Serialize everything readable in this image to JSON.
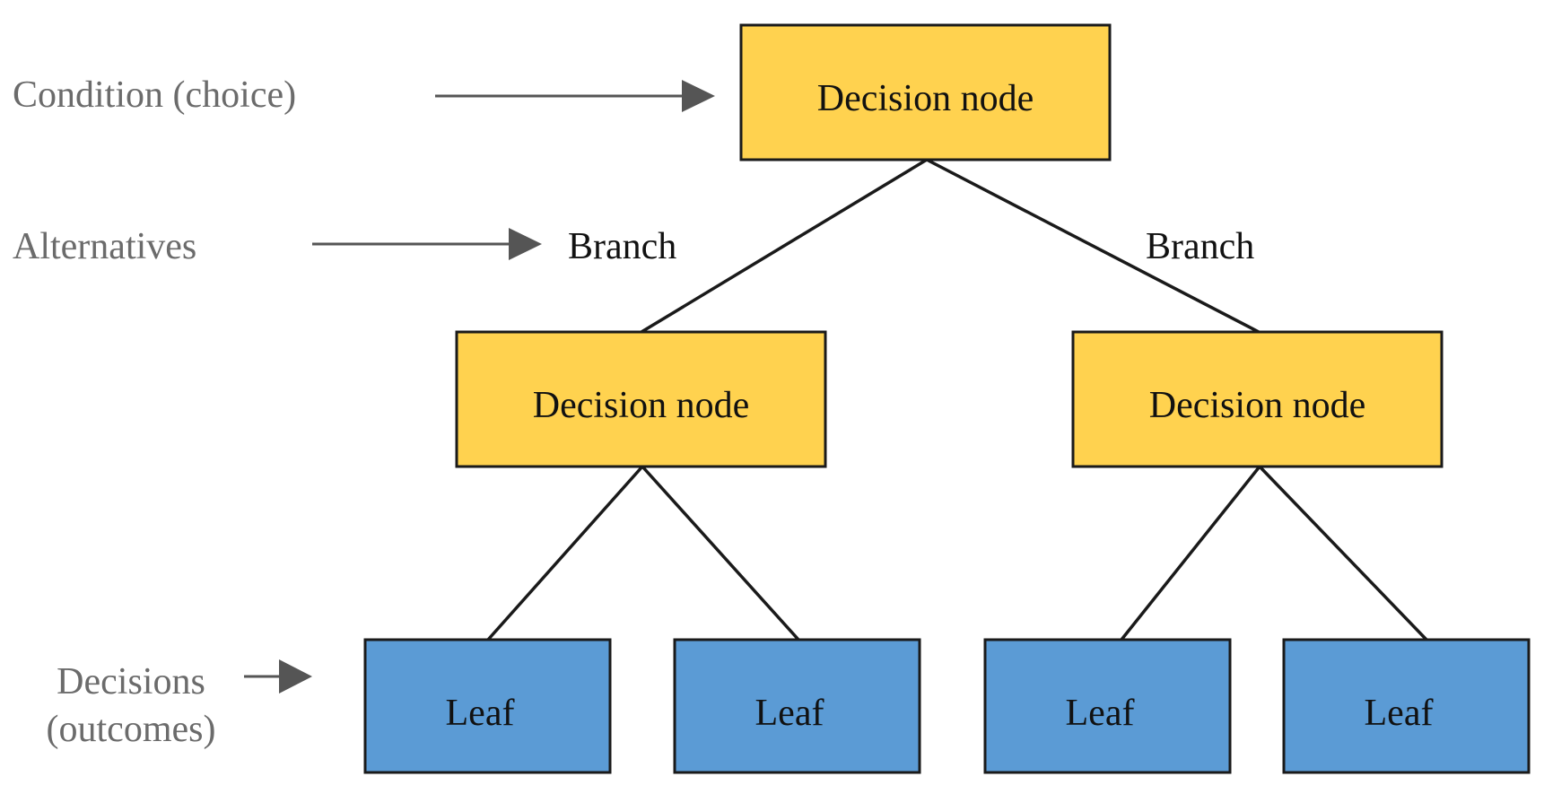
{
  "colors": {
    "decision_fill": "#FFD24F",
    "leaf_fill": "#5B9BD5",
    "edge": "#1a1a1a",
    "annotation_text": "#6b6b6b",
    "annotation_arrow": "#555555"
  },
  "annotations": {
    "condition": "Condition (choice)",
    "alternatives": "Alternatives",
    "decisions_line1": "Decisions",
    "decisions_line2": "(outcomes)"
  },
  "branches": {
    "left": "Branch",
    "right": "Branch"
  },
  "nodes": {
    "root": "Decision node",
    "left": "Decision node",
    "right": "Decision node",
    "leaves": [
      "Leaf",
      "Leaf",
      "Leaf",
      "Leaf"
    ]
  }
}
